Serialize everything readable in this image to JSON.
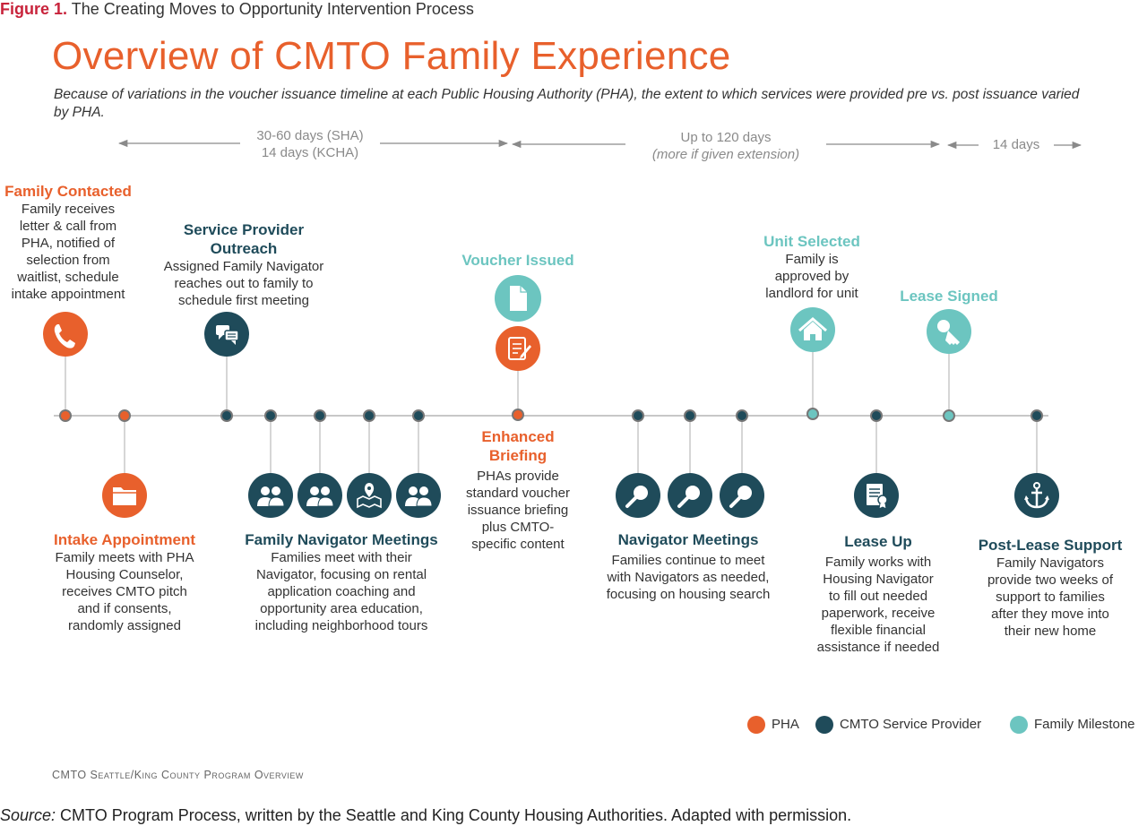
{
  "figure": {
    "label": "Figure 1.",
    "title": "The Creating Moves to Opportunity Intervention Process"
  },
  "title": "Overview of CMTO Family Experience",
  "subtitle": "Because of variations in the voucher issuance timeline at each Public Housing Authority (PHA), the extent to which services were provided pre vs. post issuance varied by PHA.",
  "durations": {
    "d1_line1": "30-60 days (SHA)",
    "d1_line2": "14 days (KCHA)",
    "d2_line1": "Up to 120 days",
    "d2_line2": "(more if given extension)",
    "d3": "14 days"
  },
  "colors": {
    "pha": "#e8602c",
    "provider": "#1f4b5a",
    "milestone": "#6cc5c0",
    "line": "#c8c8c8"
  },
  "steps": {
    "family_contacted": {
      "title": "Family Contacted",
      "lines": [
        "Family receives",
        "letter & call from",
        "PHA, notified of",
        "selection from",
        "waitlist, schedule",
        "intake appointment"
      ]
    },
    "intake": {
      "title": "Intake Appointment",
      "lines": [
        "Family meets with PHA",
        "Housing Counselor,",
        "receives CMTO pitch",
        "and if consents,",
        "randomly assigned"
      ]
    },
    "outreach": {
      "title_l1": "Service Provider",
      "title_l2": "Outreach",
      "lines": [
        "Assigned Family Navigator",
        "reaches out to family to",
        "schedule first meeting"
      ]
    },
    "fn_meetings": {
      "title": "Family Navigator Meetings",
      "lines": [
        "Families meet with their",
        "Navigator, focusing on rental",
        "application coaching and",
        "opportunity area education,",
        "including neighborhood tours"
      ]
    },
    "voucher": {
      "title": "Voucher Issued"
    },
    "briefing": {
      "title_l1": "Enhanced",
      "title_l2": "Briefing",
      "lines": [
        "PHAs provide",
        "standard voucher",
        "issuance briefing",
        "plus CMTO-",
        "specific content"
      ]
    },
    "nav_meetings": {
      "title": "Navigator Meetings",
      "lines": [
        "Families continue to meet",
        "with Navigators as needed,",
        "focusing on housing search"
      ]
    },
    "unit": {
      "title": "Unit Selected",
      "lines": [
        "Family is",
        "approved by",
        "landlord for unit"
      ]
    },
    "lease_signed": {
      "title": "Lease Signed"
    },
    "lease_up": {
      "title": "Lease Up",
      "lines": [
        "Family works with",
        "Housing Navigator",
        "to fill out needed",
        "paperwork, receive",
        "flexible financial",
        "assistance if needed"
      ]
    },
    "post_lease": {
      "title": "Post-Lease Support",
      "lines": [
        "Family Navigators",
        "provide two weeks of",
        "support to families",
        "after they move into",
        "their new home"
      ]
    }
  },
  "icons": [
    "phone-icon",
    "folder-icon",
    "chat-bubbles-icon",
    "people-icon",
    "map-icon",
    "document-icon",
    "clipboard-icon",
    "search-icon",
    "house-icon",
    "key-icon",
    "paperwork-icon",
    "anchor-icon"
  ],
  "legend": {
    "pha": "PHA",
    "provider": "CMTO Service Provider",
    "milestone": "Family Milestone"
  },
  "footer": "CMTO Seattle/King County Program Overview",
  "source": {
    "label": "Source:",
    "text": " CMTO Program Process, written by the Seattle and King County Housing Authorities. Adapted with permission."
  }
}
